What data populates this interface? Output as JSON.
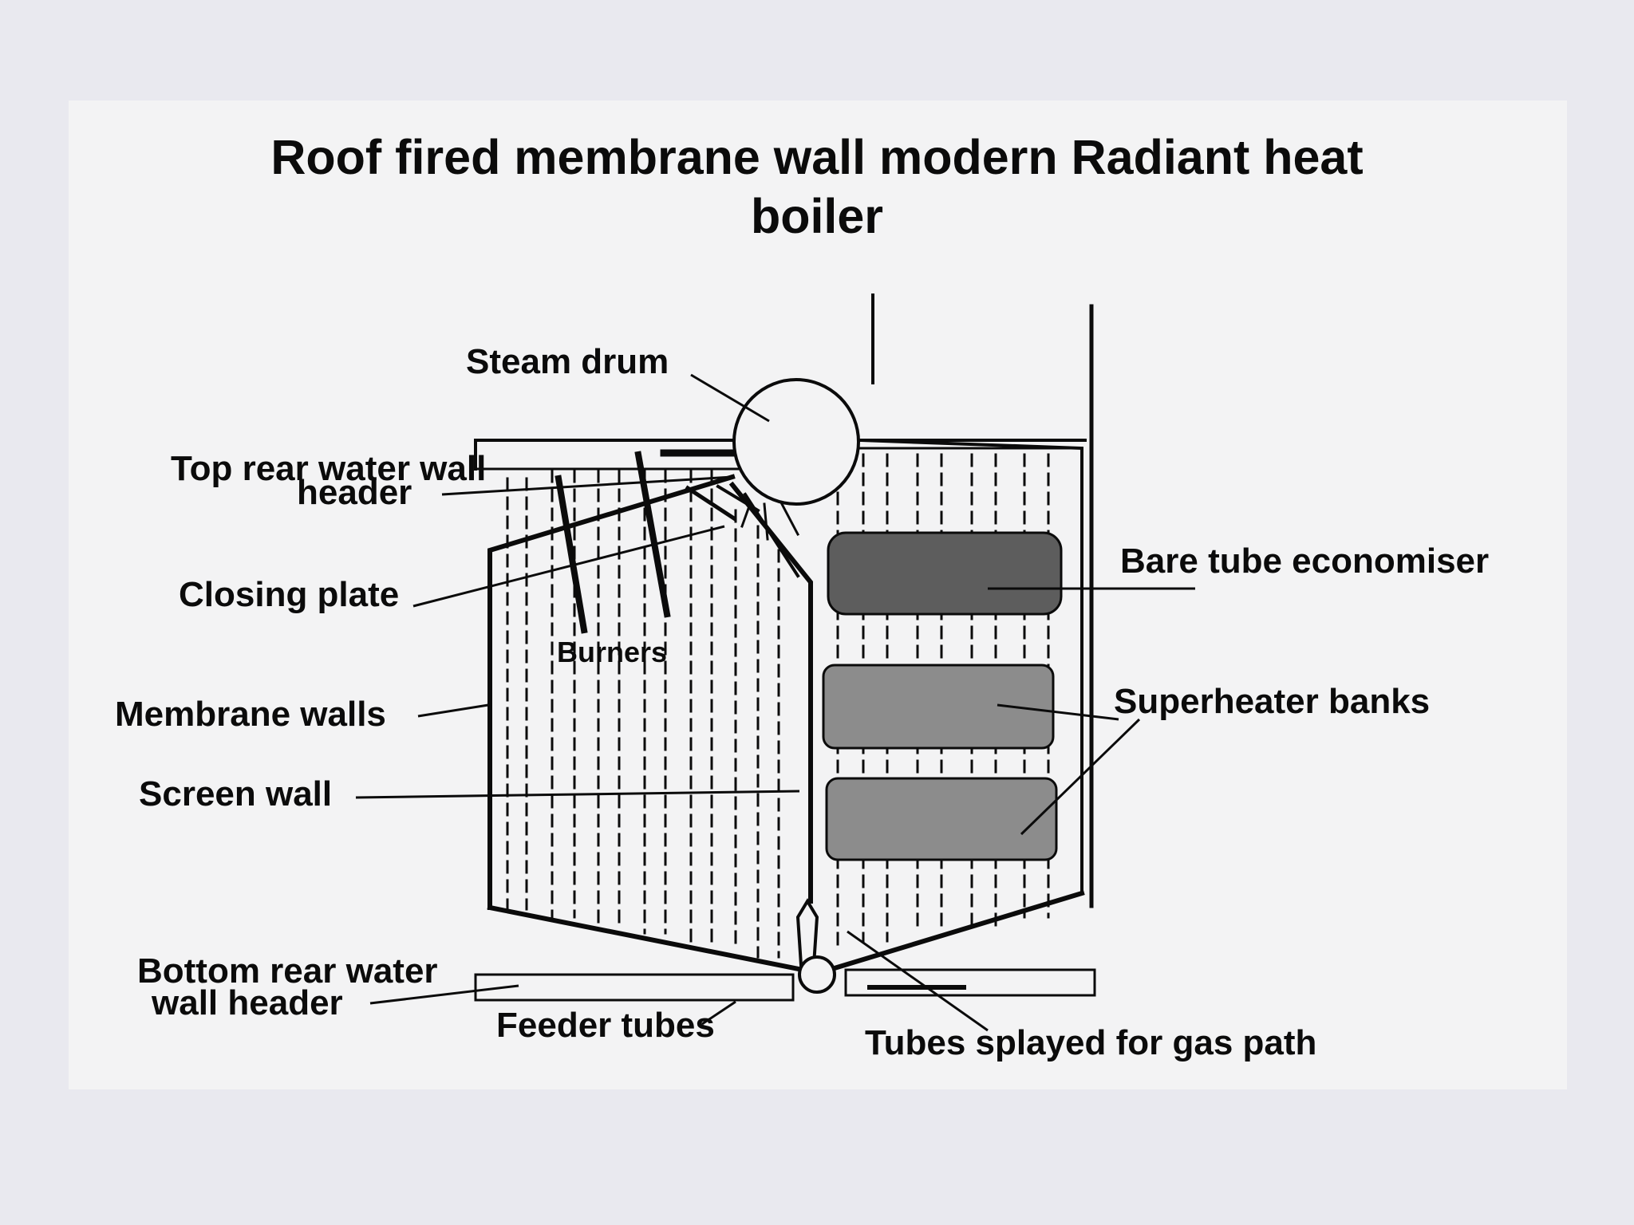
{
  "title": {
    "line1": "Roof fired membrane wall modern Radiant heat",
    "line2": "boiler"
  },
  "labels": {
    "steam_drum": "Steam drum",
    "top_rear_header_1": "Top rear water wall",
    "top_rear_header_2": "header",
    "closing_plate": "Closing plate",
    "burners": "Burners",
    "membrane_walls": "Membrane walls",
    "screen_wall": "Screen wall",
    "bottom_rear_header_1": "Bottom rear water",
    "bottom_rear_header_2": "wall header",
    "feeder_tubes": "Feeder tubes",
    "tubes_splayed": "Tubes splayed for gas path",
    "bare_tube_economiser": "Bare tube economiser",
    "superheater_banks": "Superheater banks"
  },
  "colors": {
    "background": "#e9e9ef",
    "slide": "#f3f3f4",
    "ink": "#0b0b0b",
    "economiser_fill": "#5d5d5d",
    "superheater_fill": "#8c8c8c"
  }
}
